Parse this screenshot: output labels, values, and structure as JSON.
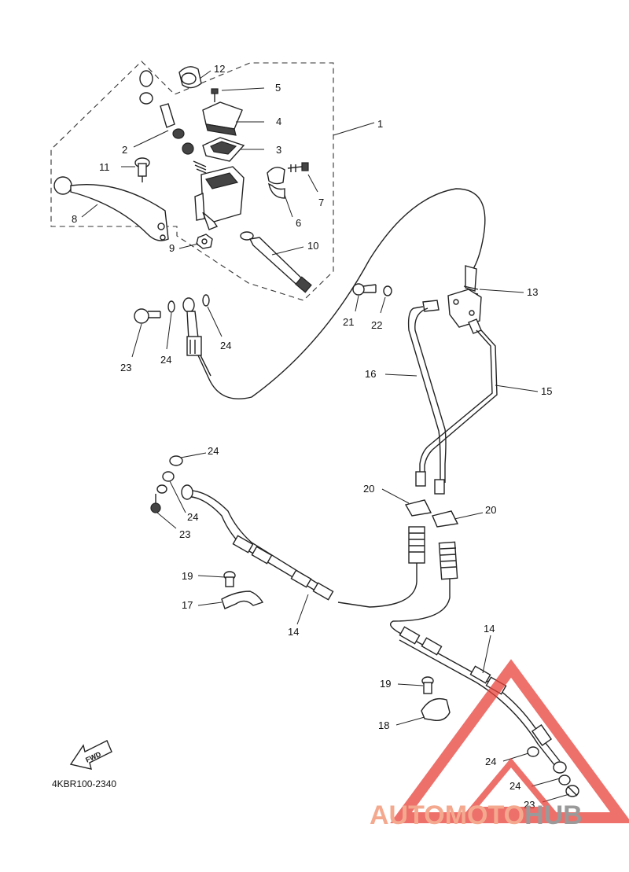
{
  "diagram": {
    "callouts": {
      "c1": "1",
      "c2": "2",
      "c3": "3",
      "c4": "4",
      "c5": "5",
      "c6": "6",
      "c7": "7",
      "c8": "8",
      "c9": "9",
      "c10": "10",
      "c11": "11",
      "c12": "12",
      "c13": "13",
      "c14a": "14",
      "c14b": "14",
      "c15": "15",
      "c16": "16",
      "c17": "17",
      "c18": "18",
      "c19a": "19",
      "c19b": "19",
      "c20a": "20",
      "c20b": "20",
      "c21": "21",
      "c22": "22",
      "c23a": "23",
      "c23b": "23",
      "c23c": "23",
      "c24a": "24",
      "c24b": "24",
      "c24c": "24",
      "c24d": "24",
      "c24e": "24",
      "c24f": "24"
    },
    "fwd_label": "FWD",
    "catalog_code": "4KBR100-2340"
  },
  "watermark": {
    "part1": "AUTOMOTO",
    "part2": "HUB",
    "color_main": "#f4a98f",
    "color_alt": "#9a9a9a"
  },
  "colors": {
    "line": "#222222",
    "triangle": "#e8413a",
    "background": "#ffffff"
  }
}
